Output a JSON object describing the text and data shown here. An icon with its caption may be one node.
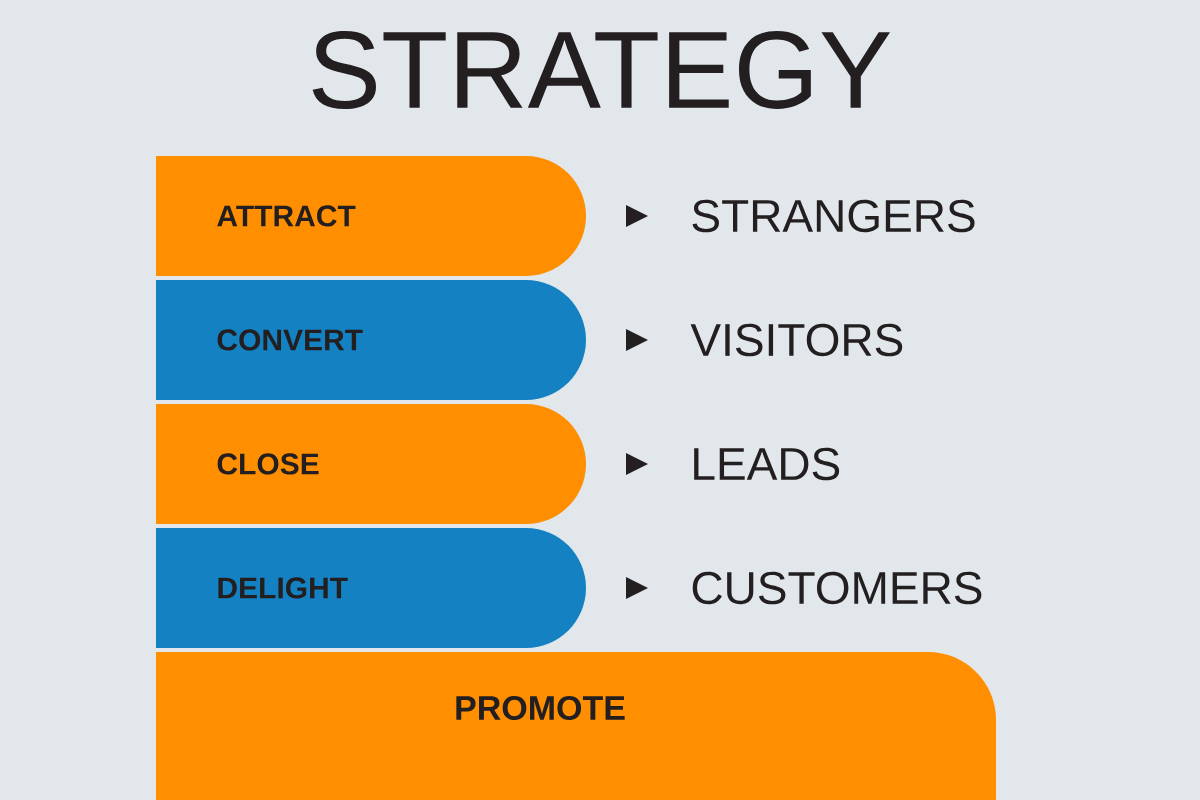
{
  "diagram": {
    "title": "STRATEGY",
    "nodes": [
      {
        "text": [
          "ATTRACT"
        ],
        "beside": [
          "STRANGERS"
        ]
      },
      {
        "text": [
          "CONVERT"
        ],
        "beside": [
          "VISITORS"
        ]
      },
      {
        "text": [
          "CLOSE"
        ],
        "beside": [
          "LEADS"
        ]
      },
      {
        "text": [
          "DELIGHT"
        ],
        "beside": [
          "CUSTOMERS"
        ]
      },
      {
        "text": [
          "PROMOTE"
        ]
      }
    ]
  }
}
